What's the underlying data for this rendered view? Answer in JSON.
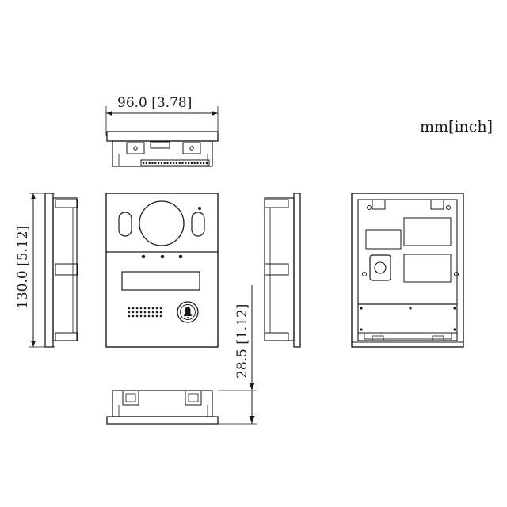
{
  "units_label": "mm[inch]",
  "dimensions": {
    "width": "96.0 [3.78]",
    "height": "130.0 [5.12]",
    "depth": "28.5 [1.12]"
  },
  "views": {
    "top": "top-view",
    "front": "front-view",
    "left": "left-side-view",
    "right": "right-side-view",
    "back": "back-view",
    "bottom": "bottom-view"
  }
}
